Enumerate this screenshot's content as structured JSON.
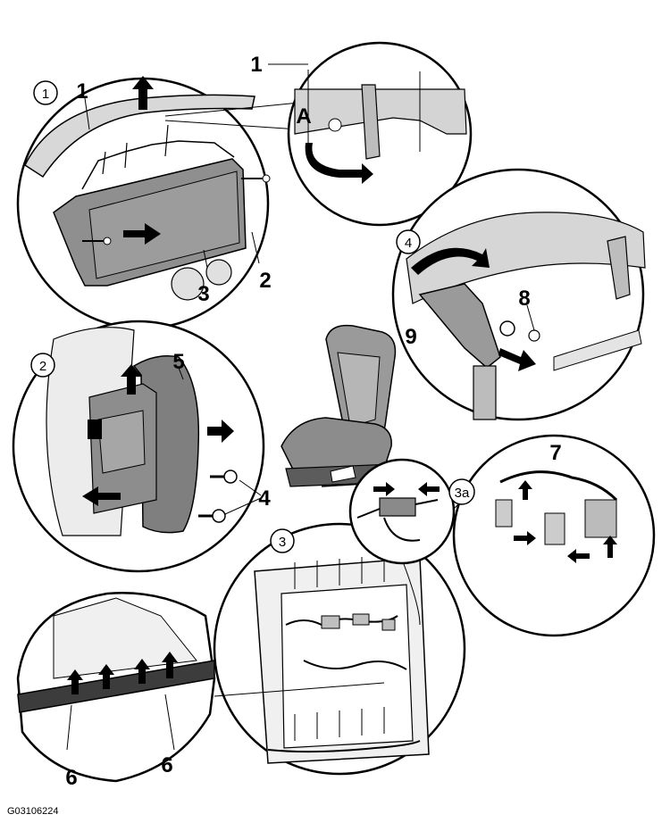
{
  "figure_code": "G03106224",
  "step_markers": {
    "s1": "1",
    "s2": "2",
    "s3": "3",
    "s3a": "3a",
    "s4": "4"
  },
  "callouts": {
    "c1a": "1",
    "c1b": "1",
    "cA": "A",
    "c2": "2",
    "c3": "3",
    "c4": "4",
    "c5": "5",
    "c6a": "6",
    "c6b": "6",
    "c7": "7",
    "c8": "8",
    "c9": "9"
  }
}
